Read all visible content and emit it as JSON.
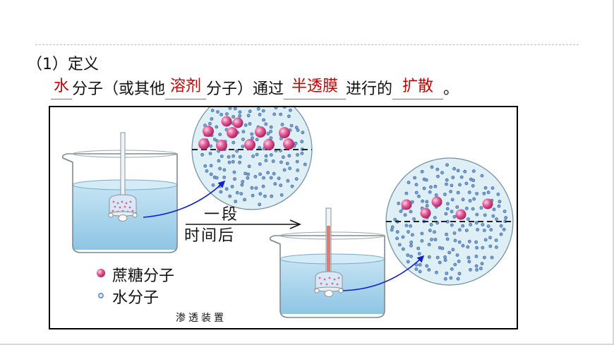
{
  "section_heading": "（1）定义",
  "definition": {
    "answer_1": "水",
    "text_1": "分子（或其他",
    "answer_2": "溶剂",
    "text_2": "分子）通过",
    "answer_3": "半透膜",
    "text_3": "进行的",
    "answer_4": "扩散",
    "end_punct": "。"
  },
  "figure": {
    "arrow_label_line1": "一段",
    "arrow_label_line2": "时间后",
    "legend": [
      {
        "symbol": "sucrose-dot",
        "label": "蔗糖分子",
        "color": "#d43f7f"
      },
      {
        "symbol": "water-dot",
        "label": "水分子",
        "color": "#4a78b8"
      }
    ],
    "caption": "渗透装置"
  },
  "colors": {
    "answer": "#c00000",
    "arrow": "#1420d0",
    "water": "#a8d4ec",
    "sucrose": "#d43f7f"
  }
}
